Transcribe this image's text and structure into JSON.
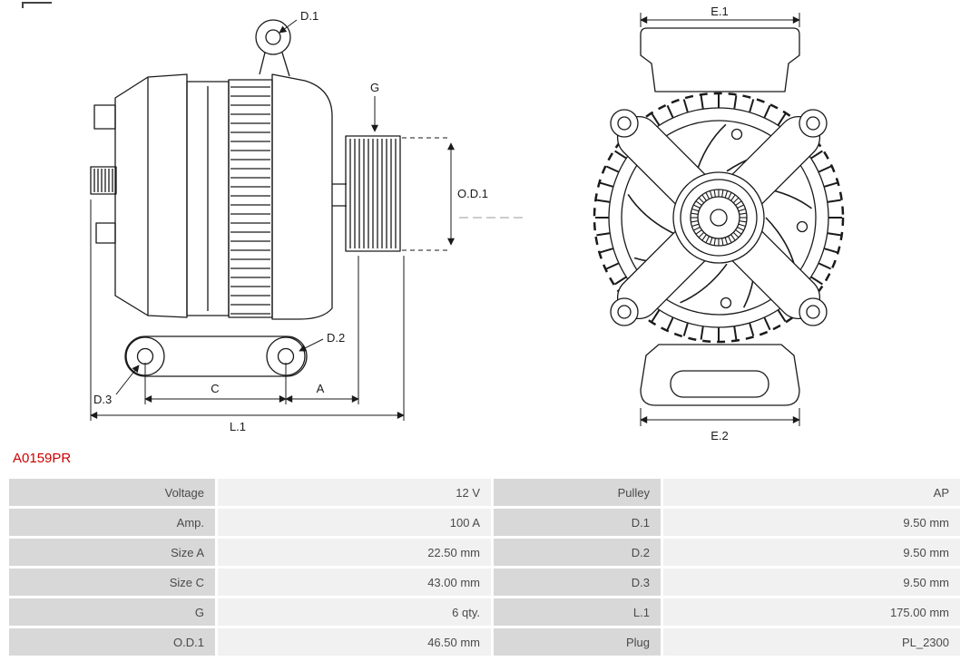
{
  "part_number": "A0159PR",
  "drawing": {
    "side_view_labels": {
      "d1": "D.1",
      "g": "G",
      "od1": "O.D.1",
      "d2": "D.2",
      "d3": "D.3",
      "c": "C",
      "a": "A",
      "l1": "L.1"
    },
    "front_view_labels": {
      "e1": "E.1",
      "e2": "E.2"
    }
  },
  "specs": {
    "left": [
      {
        "label": "Voltage",
        "value": "12 V"
      },
      {
        "label": "Amp.",
        "value": "100 A"
      },
      {
        "label": "Size A",
        "value": "22.50 mm"
      },
      {
        "label": "Size C",
        "value": "43.00 mm"
      },
      {
        "label": "G",
        "value": "6 qty."
      },
      {
        "label": "O.D.1",
        "value": "46.50 mm"
      }
    ],
    "right": [
      {
        "label": "Pulley",
        "value": "AP"
      },
      {
        "label": "D.1",
        "value": "9.50 mm"
      },
      {
        "label": "D.2",
        "value": "9.50 mm"
      },
      {
        "label": "D.3",
        "value": "9.50 mm"
      },
      {
        "label": "L.1",
        "value": "175.00 mm"
      },
      {
        "label": "Plug",
        "value": "PL_2300"
      }
    ]
  },
  "colors": {
    "part_number": "#cc0000",
    "table_label_bg": "#d8d8d8",
    "table_value_bg": "#f1f1f1",
    "table_text": "#4a4a4a",
    "drawing_line": "#1a1a1a",
    "background": "#ffffff"
  }
}
